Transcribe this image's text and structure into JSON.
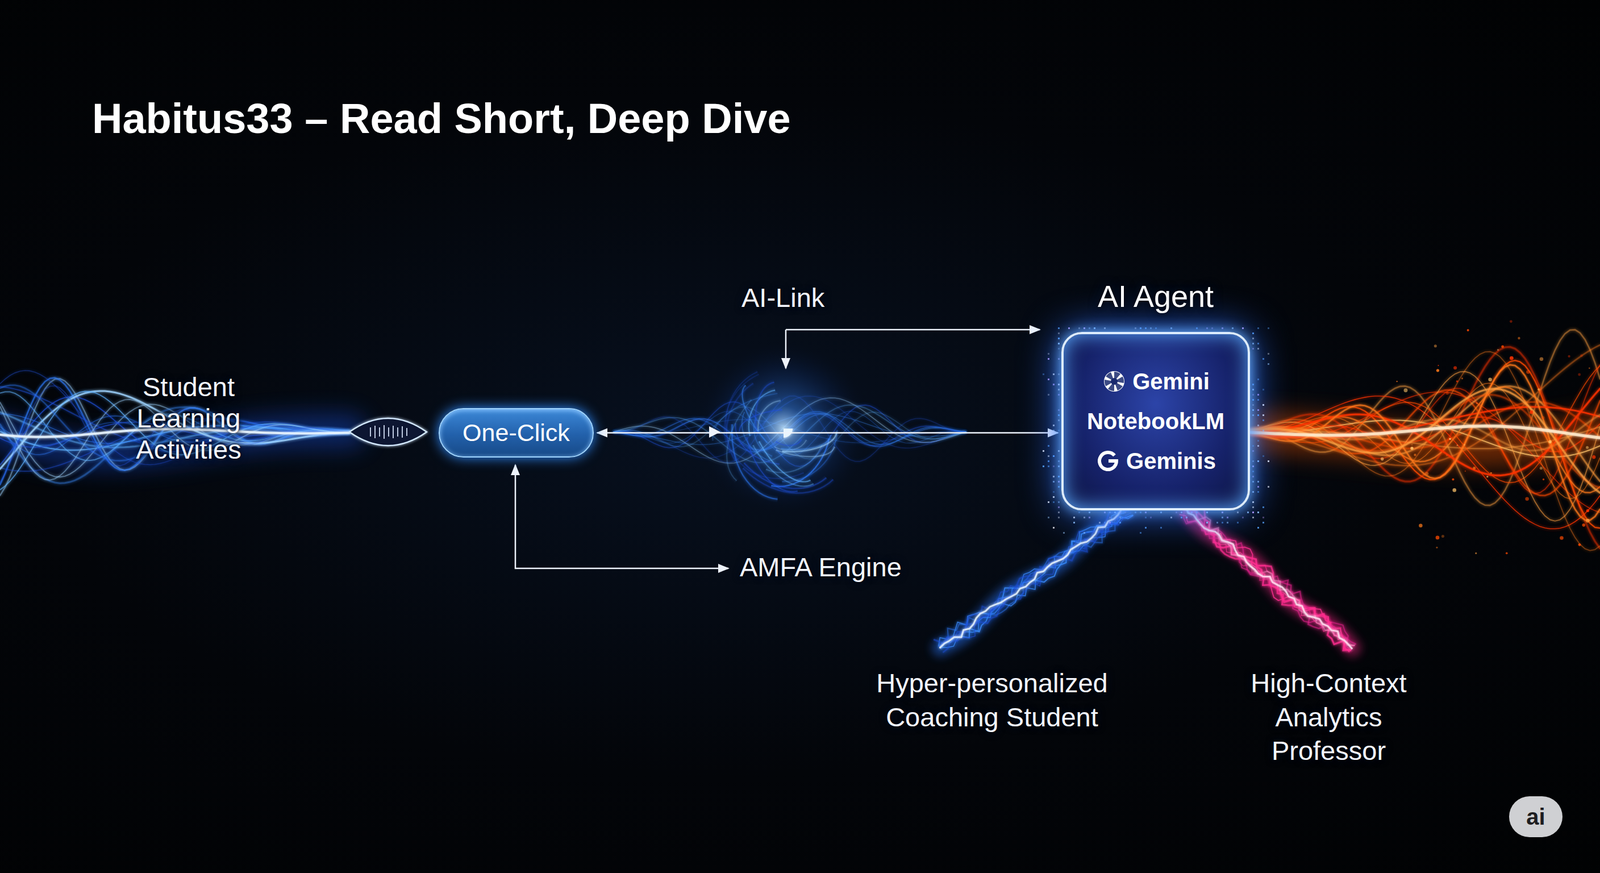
{
  "diagram": {
    "title": "Habitus33 – Read Short, Deep Dive",
    "nodes": [
      {
        "text": [
          "One-Click"
        ]
      },
      {
        "text": [
          "AI Agent",
          "Gemini",
          "NotebookLM",
          "Geminis"
        ]
      }
    ],
    "edges": [
      {
        "from": 0,
        "to": 1,
        "arrow": "both"
      }
    ],
    "labels": [
      "Student Learning Activities",
      "AI-Link",
      "AMFA Engine",
      "Hyper-personalized Coaching Student",
      "High-Context Analytics Professor",
      "ai"
    ]
  }
}
